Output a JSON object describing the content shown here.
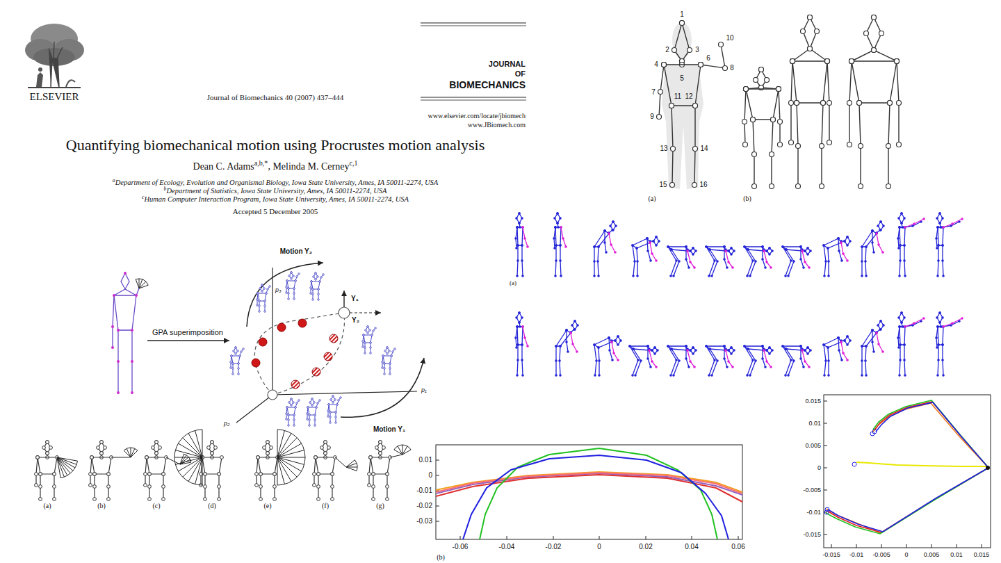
{
  "diagram": {
    "title": "Quantifying biomechanical motion using Procrustes motion analysis",
    "labels": [
      "ELSEVIER",
      "Journal of Biomechanics 40 (2007) 437–444",
      "JOURNAL",
      "OF",
      "BIOMECHANICS",
      "www.elsevier.com/locate/jbiomech",
      "www.JBiomech.com",
      "Dean C. Adams",
      "a,b,*",
      ", Melinda M. Cerney",
      "c,1",
      "a",
      "Department of Ecology, Evolution and Organismal Biology, Iowa State University, Ames, IA 50011-2274, USA",
      "b",
      "Department of Statistics, Iowa State University, Ames, IA 50011-2274, USA",
      "c",
      "Human Computer Interaction Program, Iowa State University, Ames, IA 50011-2274, USA",
      "Accepted 5 December 2005",
      "GPA superimposition",
      "Motion Y₂",
      "Motion Y₁",
      "Y₁",
      "Y₂",
      "p₃",
      "p₁",
      "p₂",
      "1",
      "2",
      "3",
      "4",
      "5",
      "6",
      "7",
      "8",
      "9",
      "10",
      "11",
      "12",
      "13",
      "14",
      "15",
      "16",
      "(a)",
      "(b)",
      "(a)",
      "(a)",
      "(b)",
      "(c)",
      "(d)",
      "(e)",
      "(f)",
      "(g)",
      "0.01",
      "0",
      "-0.01",
      "-0.02",
      "-0.03",
      "-0.06",
      "-0.04",
      "-0.02",
      "0",
      "0.02",
      "0.04",
      "0.06",
      "(b)",
      "0.015",
      "0.01",
      "0.005",
      "0",
      "-0.005",
      "-0.01",
      "-0.015",
      "-0.015",
      "-0.01",
      "-0.005",
      "0",
      "0.005",
      "0.01",
      "0.015"
    ]
  }
}
